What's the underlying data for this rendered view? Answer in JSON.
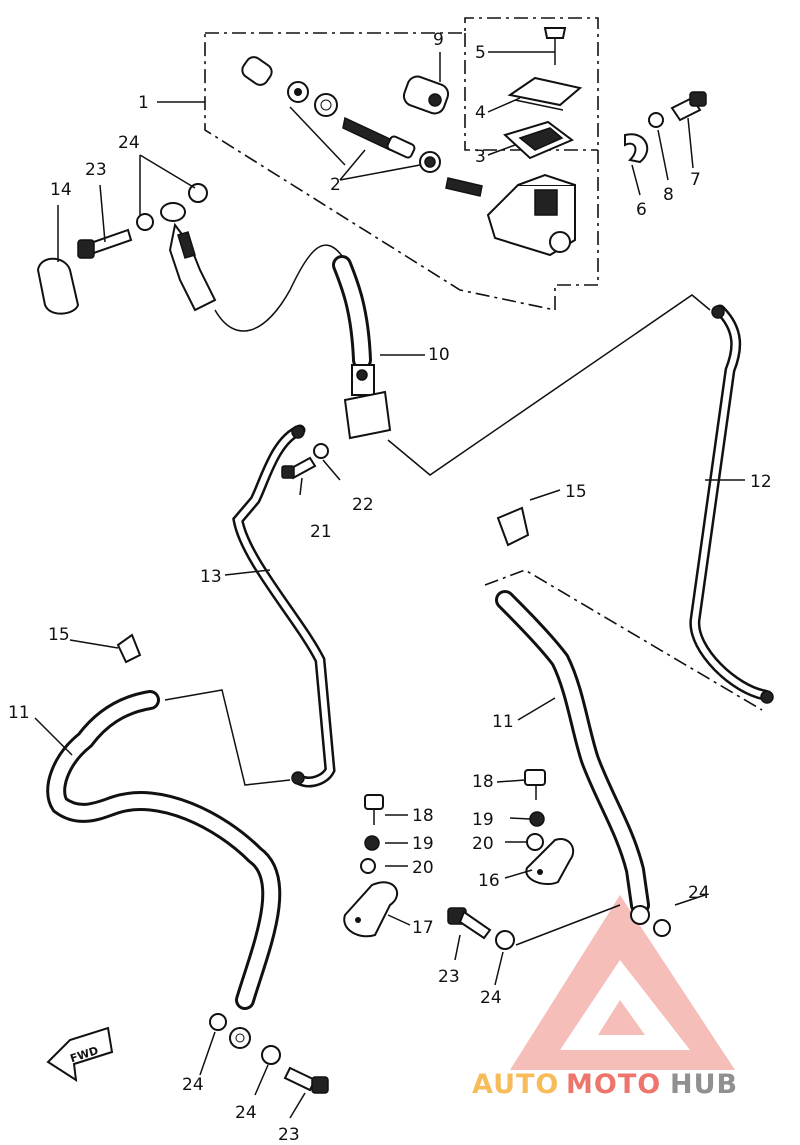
{
  "diagram": {
    "part_labels": {
      "p1": "1",
      "p2": "2",
      "p3": "3",
      "p4": "4",
      "p5": "5",
      "p6": "6",
      "p7": "7",
      "p8": "8",
      "p9": "9",
      "p10": "10",
      "p11a": "11",
      "p11b": "11",
      "p12": "12",
      "p13": "13",
      "p14": "14",
      "p15a": "15",
      "p15b": "15",
      "p16": "16",
      "p17": "17",
      "p18a": "18",
      "p18b": "18",
      "p19a": "19",
      "p19b": "19",
      "p20a": "20",
      "p20b": "20",
      "p21": "21",
      "p22": "22",
      "p23a": "23",
      "p23b": "23",
      "p23c": "23",
      "p24a": "24",
      "p24b": "24",
      "p24c": "24",
      "p24d": "24",
      "p24e": "24"
    },
    "fwd_marker": "FWD",
    "watermark": {
      "part1": "AUTO",
      "part2": "MOTO",
      "part3": "HUB"
    },
    "colors": {
      "ink": "#111111",
      "watermark_red": "#e8473c",
      "watermark_orange": "#f5a623",
      "watermark_gray": "#6b6b6b"
    }
  }
}
